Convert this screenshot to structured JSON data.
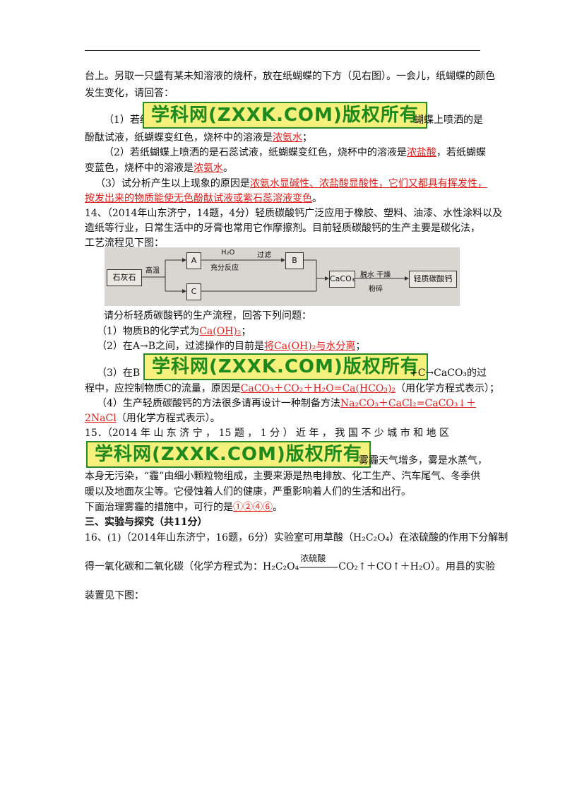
{
  "lines": {
    "l1": "台上。另取一只盛有某未知溶液的烧杯，放在纸蝴蝶的下方（见右图）。一会儿，纸蝴蝶的颜色",
    "l2": "发生变化，请回答：",
    "q1_prefix": "（1）若纸",
    "q1_suffix": "蝴蝶上喷洒的是",
    "q1_line2_pre": "酚酞试液，纸蝴蝶变红色，烧杯中的溶液是",
    "q1_ans": "浓氨水",
    "q1_line2_post": "；",
    "q2_pre": "（2）若纸蝴蝶上喷洒的是石蕊试液，纸蝴蝶变红色，烧杯中的溶液是",
    "q2_ans": "浓盐酸",
    "q2_post": "，若纸蝴蝶",
    "q2_line2_pre": "变蓝色，烧杯中的溶液是",
    "q2_ans2": "浓氨水",
    "q2_line2_post": "。",
    "q3_pre": "（3）试分析产生以上现象的原因是",
    "q3_ans_a": "浓氨水显碱性、浓盐酸显酸性，它们又都具有挥发性，",
    "q3_ans_b": "按发出来的物质能使无色酚酞试液或紫石蕊溶液变色",
    "q3_post": "。",
    "q14_l1": "14、（2014年山东济宁，14题，4分）轻质碳酸钙广泛应用于橡胶、塑料、油漆、水性涂料以及",
    "q14_l2": "造纸等行业，日常生活中的牙膏也常用它作摩擦剂。目前轻质碳酸钙的生产主要是碳化法，",
    "q14_l3": "工艺流程见下图：",
    "q14_intro": "请分析轻质碳酸钙的生产流程，回答下列问题：",
    "q14_1_pre": "（1）物质B的化学式为",
    "q14_1_ans": "Ca(OH)₂",
    "q14_1_post": "；",
    "q14_2_pre": "（2）在A→B之间，过滤操作的目前是",
    "q14_2_ans": "将Ca(OH)₂与水分离",
    "q14_2_post": "；",
    "q14_3_pre": "（3）在B",
    "q14_3_suffix": "+C→CaCO₃的过",
    "q14_3_l2_pre": "程中，应控制物质C的流量，原因是",
    "q14_3_ans": "CaCO₃＋CO₂＋H₂O=Ca(HCO₃)₂",
    "q14_3_l2_post": "（用化学方程式表示）；",
    "q14_4_pre": "（4）生产轻质碳酸钙的方法很多请再设计一种制备方法",
    "q14_4_ans": "Na₂CO₃＋CaCl₂=CaCO₃↓＋",
    "q14_4_ans2": "2NaCl",
    "q14_4_post": "（用化学方程式表示）。",
    "q15_l1": "15．（2014 年 山 东 济 宁 ， 15 题 ， 1 分 ） 近 年 ， 我 国 不 少 城 市 和 地 区",
    "q15_suffix": "雾霾天气增多，雾是水蒸气，",
    "q15_l3": "本身无污染，“霾”由细小颗粒物组成，主要来源是热电排放、化工生产、汽车尾气、冬季供",
    "q15_l4": "暖以及地面灰尘等。它侵蚀着人们的健康，严重影响着人们的生活和出行。",
    "q15_l5_pre": "下面治理雾霾的措施中，可行的是",
    "q15_ans": "①②④⑥",
    "q15_l5_post": "。",
    "sec3": "三、实验与探究（共11分）",
    "q16_l1": "16、(1)（2014年山东济宁，16题，6分）实验室可用草酸（H₂C₂O₄）在浓硫酸的作用下分解制",
    "q16_l2_pre": "得一氧化碳和二氧化碳（化学方程式为：H₂C₂O₄",
    "q16_cond": "浓硫酸",
    "q16_l2_post": "CO₂↑＋CO↑＋H₂O）。用县的实验",
    "q16_l3": "装置见下图："
  },
  "watermark": "学科网(ZXXK.COM)版权所有",
  "flow": {
    "raw": "石灰石",
    "heat": "高温",
    "a": "A",
    "water": "H₂O",
    "react": "充分反应",
    "filter": "过滤",
    "b": "B",
    "c": "C",
    "caco3": "CaCO₃",
    "dewater": "脱水 干燥",
    "crush": "粉碎",
    "product": "轻质碳酸钙"
  },
  "colors": {
    "answer": "#e0201b",
    "watermark_bg": "#f6f07c",
    "watermark_text": "#1e8a1e"
  }
}
